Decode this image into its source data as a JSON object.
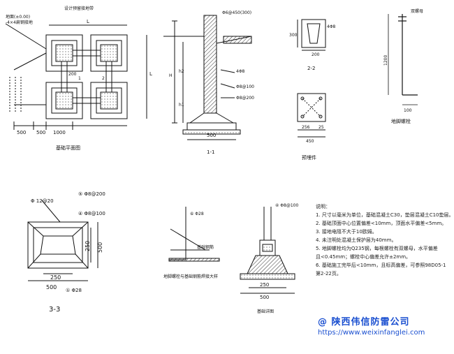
{
  "plan": {
    "title": "基础平面图",
    "labels": {
      "ground_top": "地面(±0.00)",
      "ground_pipe": "-4×4扁钢接地",
      "design_line": "设计预留接地带"
    },
    "dims": {
      "d1": "500",
      "d2": "500",
      "d3": "1000",
      "L": "L",
      "d200": "200",
      "n1": "1",
      "n2": "2"
    }
  },
  "section_11": {
    "title": "1-1",
    "labels": {
      "rebar_top": "Φ6@450(300)",
      "r1": "4Φ8",
      "r2": "Φ8@100",
      "r3": "Φ8@200"
    },
    "dims": {
      "d500": "500",
      "H": "H",
      "h1": "h1",
      "h2": "h2"
    }
  },
  "section_22": {
    "title": "2-2",
    "dims": {
      "d300": "300",
      "d200": "200"
    },
    "labels": {
      "rebar": "4Φ8"
    }
  },
  "embed_plate": {
    "title": "预埋件",
    "dims": {
      "d256": "256",
      "d25": "25",
      "d450": "450"
    }
  },
  "rod": {
    "title": "地脚螺栓",
    "labels": {
      "top": "双螺母"
    },
    "dims": {
      "d1200": "1200",
      "d100": "100"
    }
  },
  "section_33": {
    "title": "3-3",
    "labels": {
      "l1": "Φ 12@20",
      "l2": "⑤ Φ8@200",
      "l3": "④ Φ8@100",
      "l4": "① Φ28"
    },
    "dims": {
      "d250a": "250",
      "d500a": "500",
      "d250b": "250",
      "d500b": "500"
    }
  },
  "detail_mid": {
    "title": "地脚螺栓与基础钢筋焊接大样",
    "labels": {
      "a": "⑥ Φ28",
      "b": "基础钢筋"
    }
  },
  "detail_right": {
    "title": "基础详图",
    "labels": {
      "a": "④ Φ8@100"
    },
    "dims": {
      "d250": "250",
      "d500": "500"
    }
  },
  "notes": {
    "heading": "说明：",
    "items": [
      "1. 尺寸以毫米为单位，基础混凝土C30，垫层混凝土C10垫层。",
      "2. 基础顶面中心位置偏差<10mm，顶面水平偏差<5mm。",
      "3. 接地电阻不大于10欧姆。",
      "4. 未注明处混凝土保护层为40mm。",
      "5. 地脚螺栓均为Q235钢，每根螺栓有双螺母，水平偏差",
      "   且<0.45mm；螺栓中心偏差允许±2mm。",
      "6. 基础施工完毕后<10mm，且标高偏差，可参照98D05-1",
      "   第2-22页。"
    ]
  },
  "watermark": {
    "cn": "@ 陕西伟信防雷公司",
    "url": "https://www.weixinfanglei.com"
  }
}
